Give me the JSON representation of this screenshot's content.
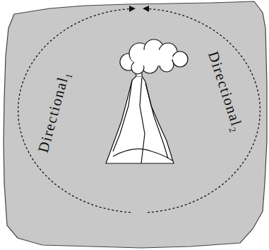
{
  "diagram": {
    "labels": [
      "Directional",
      "1",
      "Directional",
      "2"
    ]
  }
}
